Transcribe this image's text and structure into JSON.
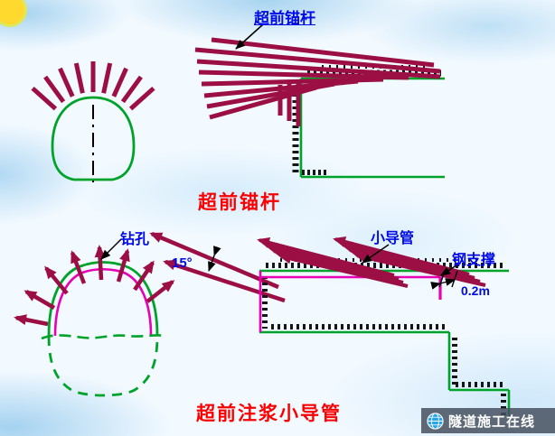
{
  "top": {
    "pointer_label": "超前锚杆",
    "caption": "超前锚杆"
  },
  "bottom": {
    "drill_label": "钻孔",
    "angle_label": "15°",
    "pipe_label": "小导管",
    "support_label": "钢支撑",
    "dim_label": "0.2m",
    "caption": "超前注浆小导管"
  },
  "watermark": {
    "text": "隧道施工在线"
  },
  "colors": {
    "bolt": "#9b0f45",
    "green": "#00a32a",
    "magenta": "#e800b4",
    "label_blue": "#0009e6",
    "caption_red": "#fa0000"
  }
}
